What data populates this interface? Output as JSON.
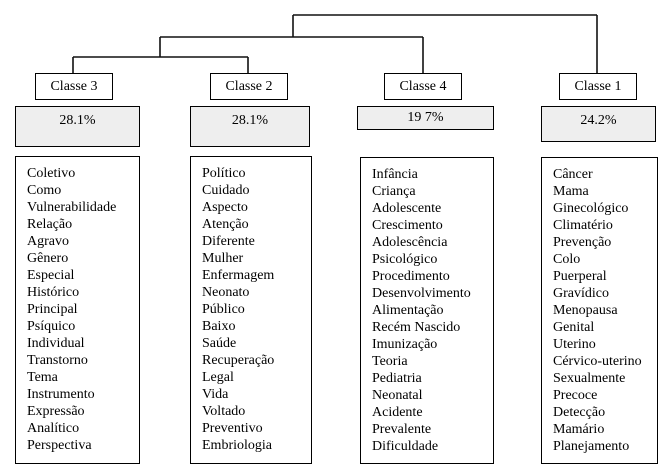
{
  "diagram_type": "dendrogram-word-classification",
  "colors": {
    "background": "#ffffff",
    "border": "#000000",
    "percent_box_bg": "#eeeeee",
    "line": "#111111"
  },
  "classes": [
    {
      "name": "Classe 3",
      "percent": "28.1%",
      "words": [
        "Coletivo",
        "Como",
        "Vulnerabilidade",
        "Relação",
        "Agravo",
        "Gênero",
        "Especial",
        "Histórico",
        "Principal",
        "Psíquico",
        "Individual",
        "Transtorno",
        "Tema",
        "Instrumento",
        "Expressão",
        "Analítico",
        "Perspectiva"
      ]
    },
    {
      "name": "Classe 2",
      "percent": "28.1%",
      "words": [
        "Político",
        "Cuidado",
        "Aspecto",
        "Atenção",
        "Diferente",
        "Mulher",
        "Enfermagem",
        "Neonato",
        "Público",
        "Baixo",
        "Saúde",
        "Recuperação",
        "Legal",
        "Vida",
        "Voltado",
        "Preventivo",
        "Embriologia"
      ]
    },
    {
      "name": "Classe 4",
      "percent": "19 7%",
      "words": [
        "Infância",
        "Criança",
        "Adolescente",
        "Crescimento",
        "Adolescência",
        "Psicológico",
        "Procedimento",
        "Desenvolvimento",
        "Alimentação",
        "Recém Nascido",
        "Imunização",
        "Teoria",
        "Pediatria",
        "Neonatal",
        "Acidente",
        "Prevalente",
        "Dificuldade"
      ]
    },
    {
      "name": "Classe 1",
      "percent": "24.2%",
      "words": [
        "Câncer",
        "Mama",
        "Ginecológico",
        "Climatério",
        "Prevenção",
        "Colo",
        "Puerperal",
        "Gravídico",
        "Menopausa",
        "Genital",
        "Uterino",
        "Cérvico-uterino",
        "Sexualmente",
        "Precoce",
        "Detecção",
        "Mamário",
        "Planejamento"
      ]
    }
  ]
}
